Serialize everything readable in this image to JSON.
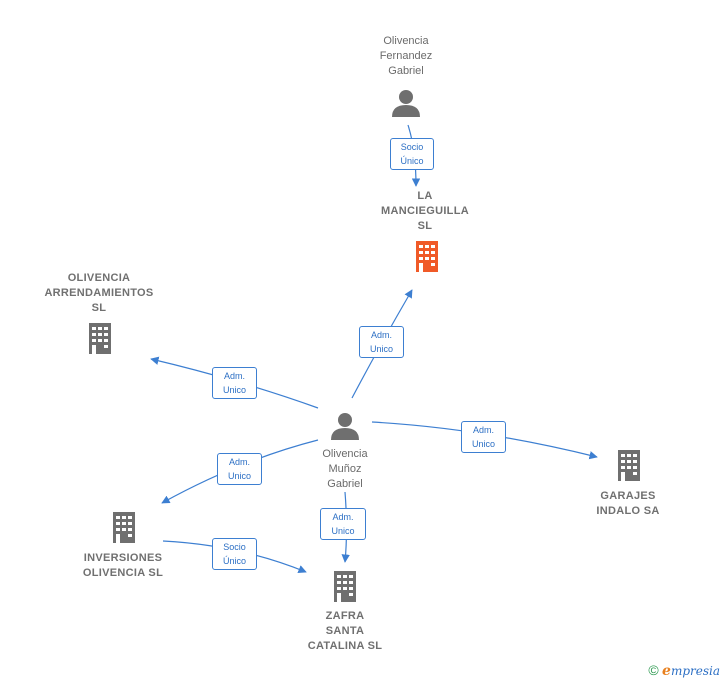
{
  "colors": {
    "edge": "#3d7fd1",
    "building": "#6f6f6f",
    "highlight": "#f05a28",
    "person": "#6f6f6f"
  },
  "nodes": {
    "olivencia_fernandez": {
      "label": "Olivencia\nFernandez\nGabriel",
      "kind": "person-icon"
    },
    "la_mancieguilla": {
      "label": "LA\nMANCIEGUILLA\nSL",
      "kind": "building-icon"
    },
    "olivencia_arrendamientos": {
      "label": "OLIVENCIA\nARRENDAMIENTOS\nSL",
      "kind": "building-icon"
    },
    "olivencia_munoz": {
      "label": "Olivencia\nMuñoz\nGabriel",
      "kind": "person-icon"
    },
    "garajes_indalo": {
      "label": "GARAJES\nINDALO SA",
      "kind": "building-icon"
    },
    "inversiones_olivencia": {
      "label": "INVERSIONES\nOLIVENCIA SL",
      "kind": "building-icon"
    },
    "zafra_santa_catalina": {
      "label": "ZAFRA\nSANTA\nCATALINA  SL",
      "kind": "building-icon"
    }
  },
  "edges": {
    "e1": {
      "label": "Socio\nÚnico"
    },
    "e2": {
      "label": "Adm.\nUnico"
    },
    "e3": {
      "label": "Adm.\nUnico"
    },
    "e4": {
      "label": "Adm.\nUnico"
    },
    "e5": {
      "label": "Adm.\nUnico"
    },
    "e6": {
      "label": "Adm.\nUnico"
    },
    "e7": {
      "label": "Socio\nÚnico"
    }
  },
  "brand": {
    "copyright": "©",
    "e": "e",
    "rest": "mpresia"
  }
}
